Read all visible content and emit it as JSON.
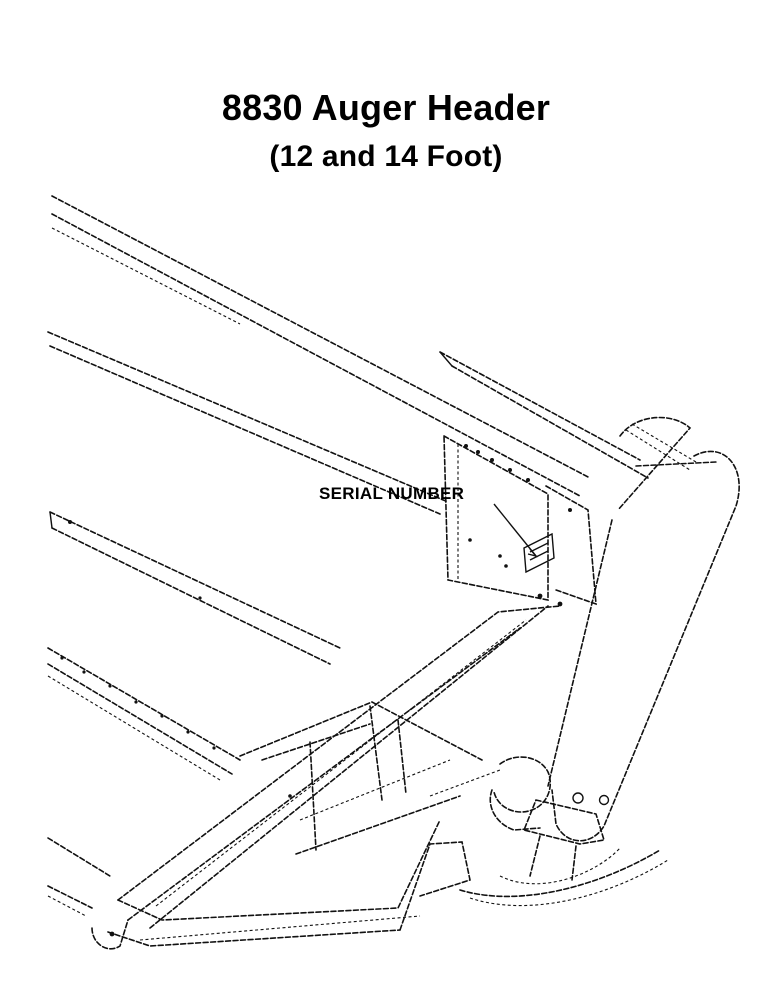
{
  "document": {
    "title": "8830 Auger Header",
    "subtitle": "(12 and 14 Foot)"
  },
  "illustration": {
    "callout": "SERIAL NUMBER"
  }
}
